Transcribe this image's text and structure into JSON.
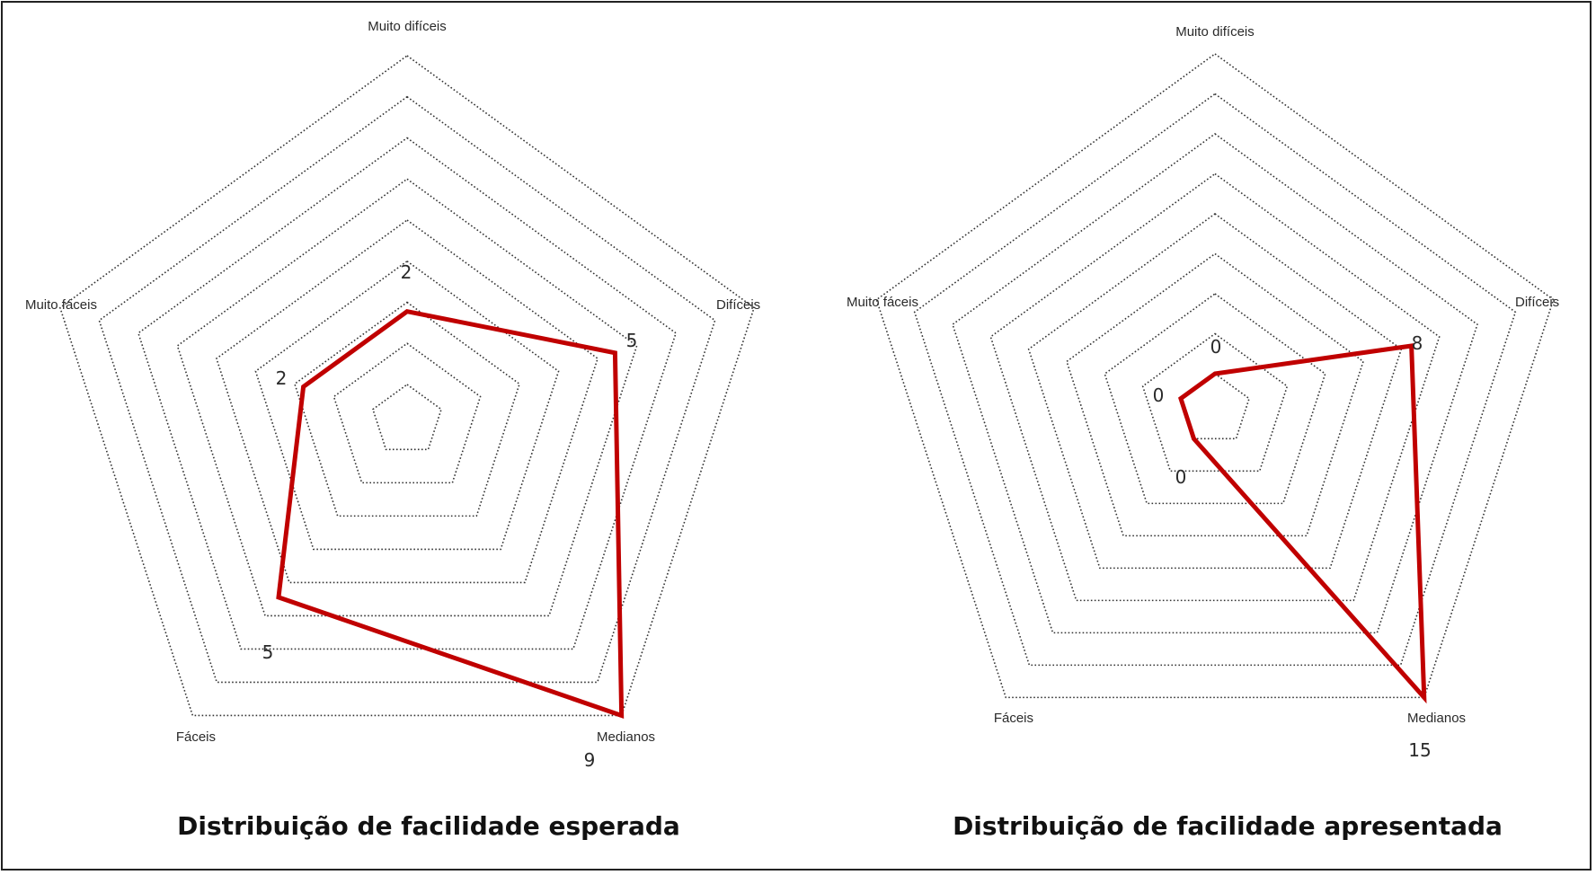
{
  "colors": {
    "series": "#c00000",
    "grid": "#333333",
    "border": "#222222"
  },
  "chart_data": [
    {
      "type": "radar",
      "title": "Distribuição de facilidade esperada",
      "categories": [
        "Muito difíceis",
        "Difíceis",
        "Medianos",
        "Fáceis",
        "Muito fáceis"
      ],
      "values": [
        2,
        5,
        9,
        5,
        2
      ],
      "value_labels": [
        "2",
        "5",
        "9",
        "5",
        "2"
      ],
      "rlim": [
        0,
        9
      ],
      "grid_rings": 9,
      "grid": true,
      "legend": "none"
    },
    {
      "type": "radar",
      "title": "Distribuição de facilidade apresentada",
      "categories": [
        "Muito difíceis",
        "Difíceis",
        "Medianos",
        "Fáceis",
        "Muito fáceis"
      ],
      "values": [
        0,
        8,
        15,
        0,
        0
      ],
      "value_labels": [
        "0",
        "8",
        "15",
        "0",
        "0"
      ],
      "rlim": [
        0,
        15
      ],
      "grid_rings": 9,
      "grid": true,
      "legend": "none"
    }
  ]
}
